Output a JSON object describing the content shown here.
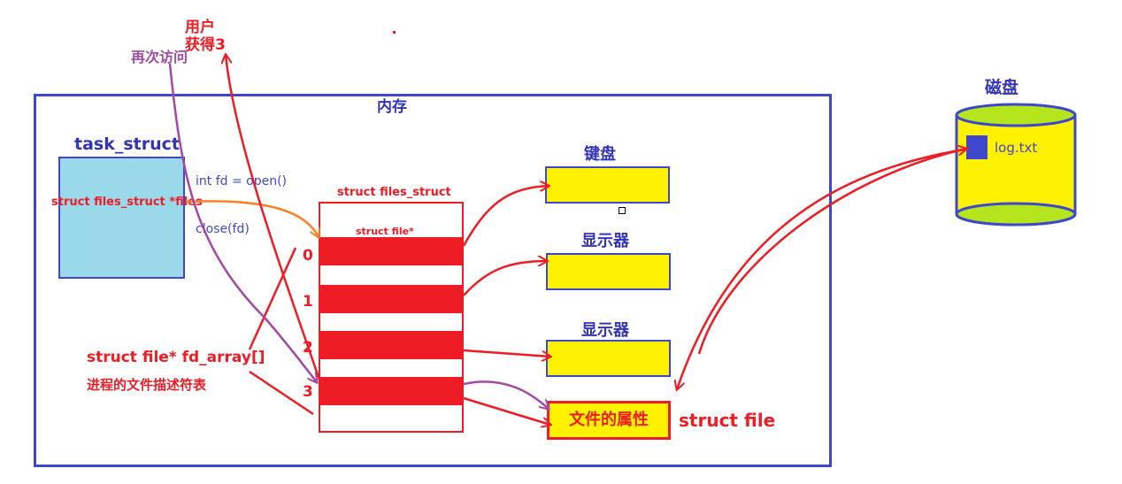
{
  "memory": {
    "title": "内存"
  },
  "task_struct": {
    "title": "task_struct",
    "files_field": "struct files_struct *files",
    "open_call": "int fd = open()",
    "close_call": "close(fd)"
  },
  "files_struct": {
    "title": "struct files_struct",
    "slot_type": "struct file*",
    "indices": [
      "0",
      "1",
      "2",
      "3"
    ]
  },
  "fd_array": {
    "label": "struct file* fd_array[]",
    "desc": "进程的文件描述符表"
  },
  "devices": [
    {
      "label": "键盘"
    },
    {
      "label": "显示器"
    },
    {
      "label": "显示器"
    }
  ],
  "file_attr": {
    "label": "文件的属性",
    "type_label": "struct file"
  },
  "user": {
    "line1": "用户",
    "line2": "获得3"
  },
  "revisit": {
    "label": "再次访问"
  },
  "disk": {
    "title": "磁盘",
    "file": "log.txt"
  },
  "colors": {
    "memory_border": "#3f48cc",
    "task_fill": "#99d9ea",
    "slot_red": "#ee1c24",
    "device_yellow": "#fff200",
    "disk_top": "#b5e61d",
    "purple": "#a349a4",
    "orange": "#ff7f27"
  }
}
